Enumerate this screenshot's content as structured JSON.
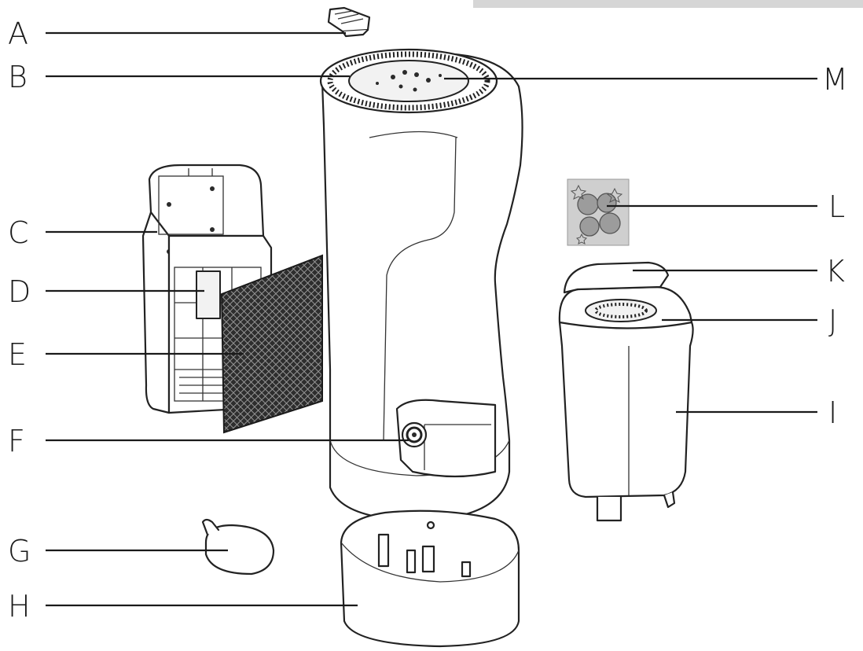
{
  "labels": {
    "A": "A",
    "B": "B",
    "C": "C",
    "D": "D",
    "E": "E",
    "F": "F",
    "G": "G",
    "H": "H",
    "I": "I",
    "J": "J",
    "K": "K",
    "L": "L",
    "M": "M"
  },
  "colors": {
    "line": "#1a1a1a",
    "outline": "#222222",
    "filter_pad": "#2b2b2b",
    "header_bar": "#d6d6d6",
    "aroma_card": "#cfcfcf"
  }
}
